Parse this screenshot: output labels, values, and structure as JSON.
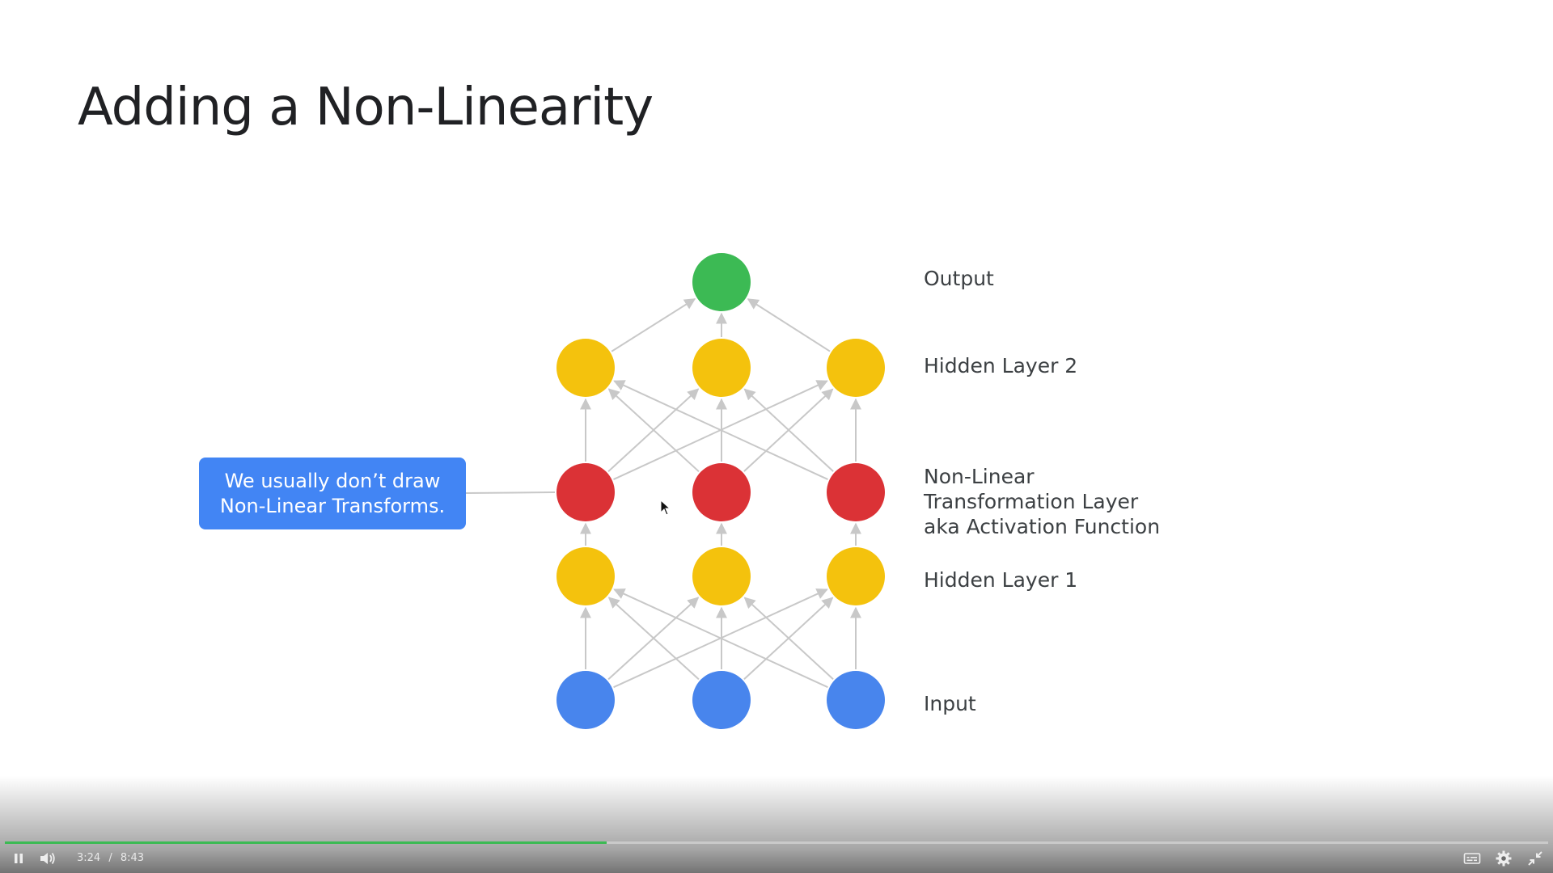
{
  "slide": {
    "title": "Adding a Non-Linearity",
    "labels": {
      "output": "Output",
      "hidden2": "Hidden Layer 2",
      "nonlinear_line1": "Non-Linear",
      "nonlinear_line2": "Transformation Layer",
      "nonlinear_line3": "aka Activation Function",
      "hidden1": "Hidden Layer 1",
      "input": "Input"
    },
    "callout": {
      "line1": "We usually don’t draw",
      "line2": "Non-Linear Transforms."
    },
    "colors": {
      "output": "#3cba54",
      "hidden": "#f4c20d",
      "nonlinear": "#db3236",
      "input": "#4885ed",
      "edge": "#c8c8c8",
      "callout": "#4285f4"
    }
  },
  "player": {
    "current_time": "3:24",
    "separator": "/",
    "duration": "8:43",
    "progress_fraction": 0.39,
    "icons": {
      "play_pause": "pause-icon",
      "volume": "volume-icon",
      "captions": "captions-icon",
      "settings": "gear-icon",
      "fullscreen": "exit-fullscreen-icon"
    }
  }
}
